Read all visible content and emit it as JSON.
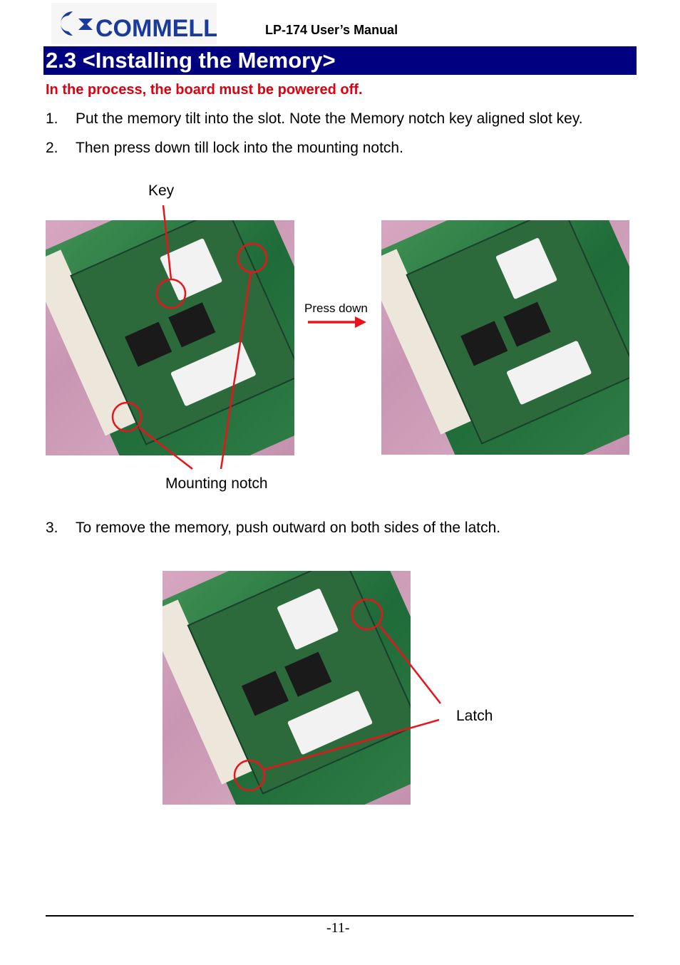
{
  "header": {
    "logo_text": "COMMELL",
    "manual_title": "LP-174 User’s Manual"
  },
  "section": {
    "title": "2.3 <Installing the Memory>"
  },
  "warning": "In the process, the board must be powered off.",
  "steps": [
    {
      "num": "1.",
      "text": "Put the memory tilt into the slot. Note the Memory notch key aligned slot key."
    },
    {
      "num": "2.",
      "text": "Then press down till lock into the mounting notch."
    },
    {
      "num": "3.",
      "text": "To remove the memory, push outward on both sides of the latch."
    }
  ],
  "callouts": {
    "key": "Key",
    "press_down": "Press down",
    "mounting_notch": "Mounting notch",
    "latch": "Latch"
  },
  "colors": {
    "section_bar": "#000080",
    "warning_text": "#e0000f",
    "annotation": "#e8141c",
    "logo_blue": "#1a3a9c"
  },
  "icons": [
    "commell-logo",
    "arrow-right-icon"
  ],
  "footer": {
    "page_number": "-11-"
  }
}
